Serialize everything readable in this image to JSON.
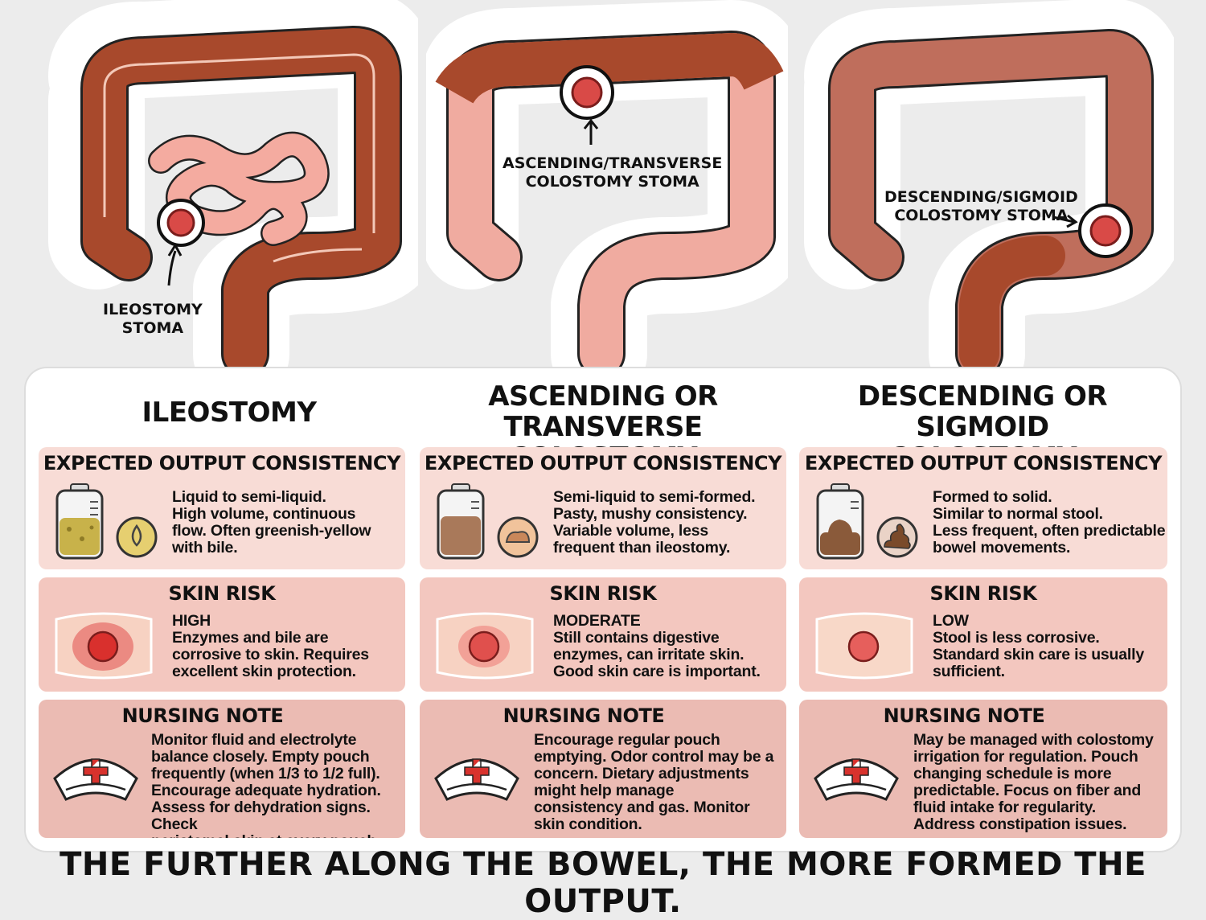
{
  "callouts": {
    "ileostomy": "ILEOSTOMY\nSTOMA",
    "transverse": "ASCENDING/TRANSVERSE\nCOLOSTOMY STOMA",
    "sigmoid": "DESCENDING/SIGMOID\nCOLOSTOMY STOMA"
  },
  "columns": [
    {
      "title": "ILEOSTOMY",
      "output_heading": "EXPECTED OUTPUT CONSISTENCY",
      "output_text": "Liquid to semi-liquid.\nHigh volume, continuous\nflow. Often greenish-yellow\nwith bile.",
      "skin_heading": "SKIN RISK",
      "skin_level": "HIGH",
      "skin_text": "Enzymes and bile are\ncorrosive to skin. Requires\nexcellent skin protection.",
      "note_heading": "NURSING NOTE",
      "note_text": "Monitor fluid and electrolyte\nbalance closely. Empty pouch\nfrequently (when 1/3 to 1/2 full).\nEncourage adequate hydration.\nAssess for dehydration signs. Check\nperistomal skin at every pouch change."
    },
    {
      "title": "ASCENDING OR TRANSVERSE\nCOLOSTOMY",
      "output_heading": "EXPECTED OUTPUT CONSISTENCY",
      "output_text": "Semi-liquid to semi-formed.\nPasty, mushy consistency.\nVariable volume, less\nfrequent than ileostomy.",
      "skin_heading": "SKIN RISK",
      "skin_level": "MODERATE",
      "skin_text": "Still contains digestive\nenzymes, can irritate skin.\nGood skin care is important.",
      "note_heading": "NURSING NOTE",
      "note_text": "Encourage regular pouch\nemptying. Odor control may be a\nconcern. Dietary adjustments\nmight help manage\nconsistency and gas. Monitor\nskin condition."
    },
    {
      "title": "DESCENDING OR SIGMOID\nCOLOSTOMY",
      "output_heading": "EXPECTED OUTPUT CONSISTENCY",
      "output_text": "Formed to solid.\nSimilar to normal stool.\nLess frequent, often predictable\nbowel movements.",
      "skin_heading": "SKIN RISK",
      "skin_level": "LOW",
      "skin_text": "Stool is less corrosive.\nStandard skin care is usually\nsufficient.",
      "note_heading": "NURSING NOTE",
      "note_text": "May be managed with colostomy\nirrigation for regulation. Pouch\nchanging schedule is more\npredictable. Focus on fiber and\nfluid intake for regularity.\nAddress constipation issues."
    }
  ],
  "footer": "THE FURTHER ALONG THE BOWEL, THE MORE FORMED THE OUTPUT.",
  "colors": {
    "colon_dark": "#a8492c",
    "colon_pink": "#f0aba0",
    "colon_muted": "#bf6e5c",
    "stoma": "#d94a47",
    "panel_output": "#f8dcd6",
    "panel_skin": "#f3c7bf",
    "panel_note": "#ebbbb3",
    "nurse_cross": "#d8322d"
  }
}
